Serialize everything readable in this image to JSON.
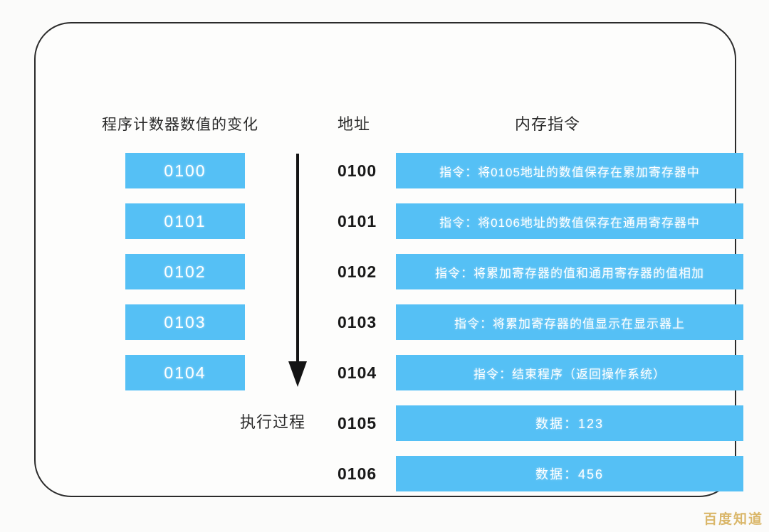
{
  "headers": {
    "program_counter": "程序计数器数值的变化",
    "address": "地址",
    "memory_instruction": "内存指令"
  },
  "execution": {
    "label": "执行过程",
    "arrow": "down-arrow-icon"
  },
  "program_counter_values": [
    "0100",
    "0101",
    "0102",
    "0103",
    "0104"
  ],
  "memory_rows": [
    {
      "address": "0100",
      "content": "指令：将0105地址的数值保存在累加寄存器中",
      "kind": "instruction"
    },
    {
      "address": "0101",
      "content": "指令：将0106地址的数值保存在通用寄存器中",
      "kind": "instruction"
    },
    {
      "address": "0102",
      "content": "指令：将累加寄存器的值和通用寄存器的值相加",
      "kind": "instruction"
    },
    {
      "address": "0103",
      "content": "指令：将累加寄存器的值显示在显示器上",
      "kind": "instruction"
    },
    {
      "address": "0104",
      "content": "指令：结束程序（返回操作系统）",
      "kind": "instruction"
    },
    {
      "address": "0105",
      "content": "数据：123",
      "kind": "data"
    },
    {
      "address": "0106",
      "content": "数据：456",
      "kind": "data"
    }
  ],
  "watermark": "百度知道",
  "colors": {
    "cell_blue": "#55c0f5",
    "card_border": "#2b2b2b",
    "background": "#fbfbfa",
    "watermark_gold": "#d8b25e",
    "text_dark": "#191919"
  }
}
